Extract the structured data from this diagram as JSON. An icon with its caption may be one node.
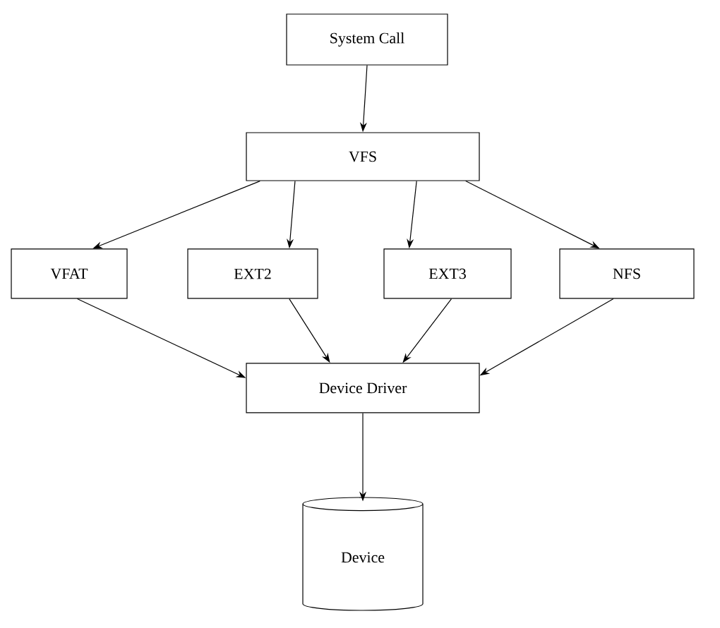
{
  "diagram": {
    "nodes": [
      {
        "text": [
          "System Call"
        ]
      },
      {
        "text": [
          "VFS"
        ]
      },
      {
        "text": [
          "VFAT"
        ]
      },
      {
        "text": [
          "EXT2"
        ]
      },
      {
        "text": [
          "EXT3"
        ]
      },
      {
        "text": [
          "NFS"
        ]
      },
      {
        "text": [
          "Device Driver"
        ]
      },
      {
        "text": [
          "Device"
        ]
      }
    ],
    "edges": [
      {
        "from": 0,
        "to": 1,
        "arrow": "to"
      },
      {
        "from": 1,
        "to": 2,
        "arrow": "to"
      },
      {
        "from": 1,
        "to": 3,
        "arrow": "to"
      },
      {
        "from": 1,
        "to": 4,
        "arrow": "to"
      },
      {
        "from": 1,
        "to": 5,
        "arrow": "to"
      },
      {
        "from": 2,
        "to": 6,
        "arrow": "to"
      },
      {
        "from": 3,
        "to": 6,
        "arrow": "to"
      },
      {
        "from": 4,
        "to": 6,
        "arrow": "to"
      },
      {
        "from": 5,
        "to": 6,
        "arrow": "to"
      },
      {
        "from": 6,
        "to": 7,
        "arrow": "to"
      }
    ]
  }
}
